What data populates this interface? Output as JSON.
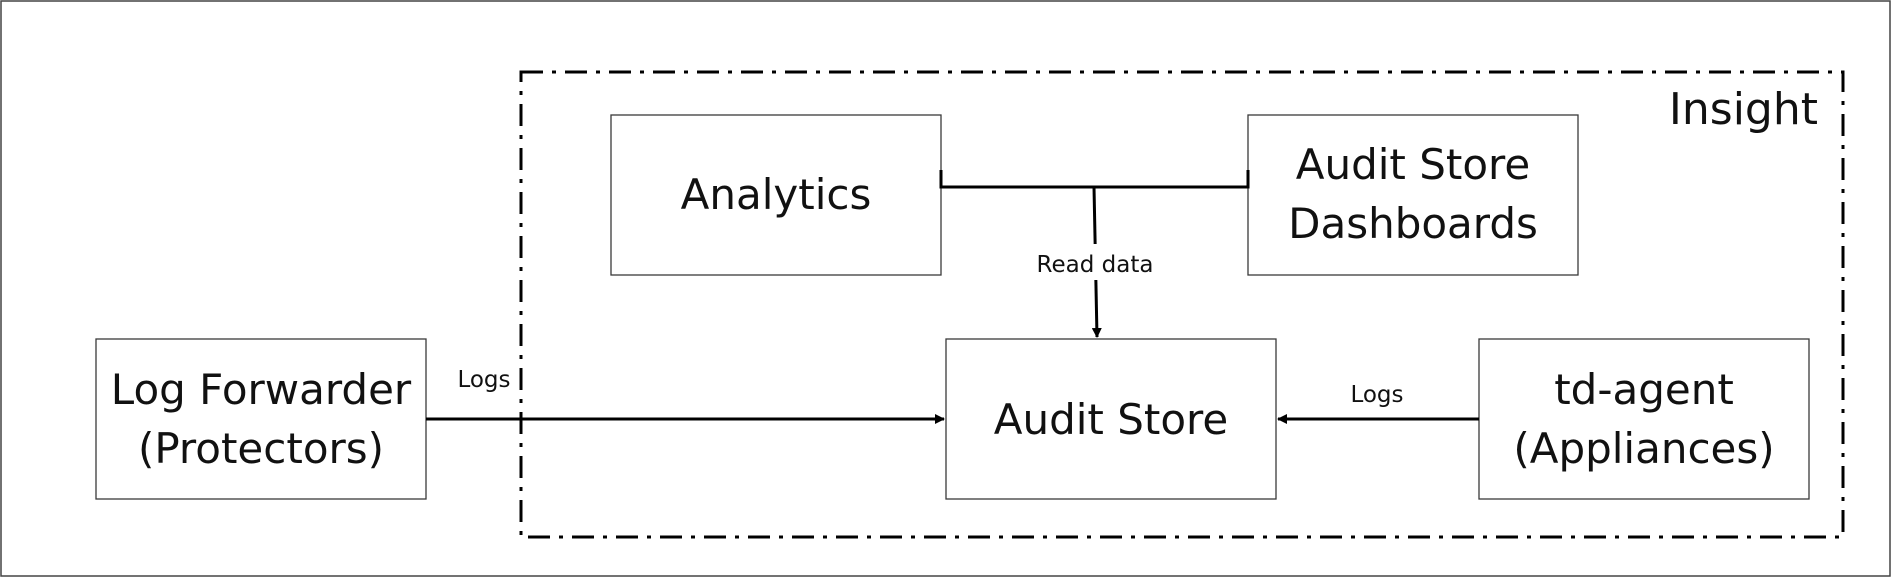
{
  "diagram": {
    "group": {
      "title": "Insight"
    },
    "nodes": {
      "analytics": {
        "lines": [
          "Analytics"
        ]
      },
      "dashboards": {
        "lines": [
          "Audit Store",
          "Dashboards"
        ]
      },
      "log_forwarder": {
        "lines": [
          "Log Forwarder",
          "(Protectors)"
        ]
      },
      "audit_store": {
        "lines": [
          "Audit Store"
        ]
      },
      "td_agent": {
        "lines": [
          "td-agent",
          "(Appliances)"
        ]
      }
    },
    "edges": {
      "read_data": {
        "label": "Read data"
      },
      "logs_forwarder": {
        "label": "Logs"
      },
      "logs_td_agent": {
        "label": "Logs"
      }
    }
  }
}
